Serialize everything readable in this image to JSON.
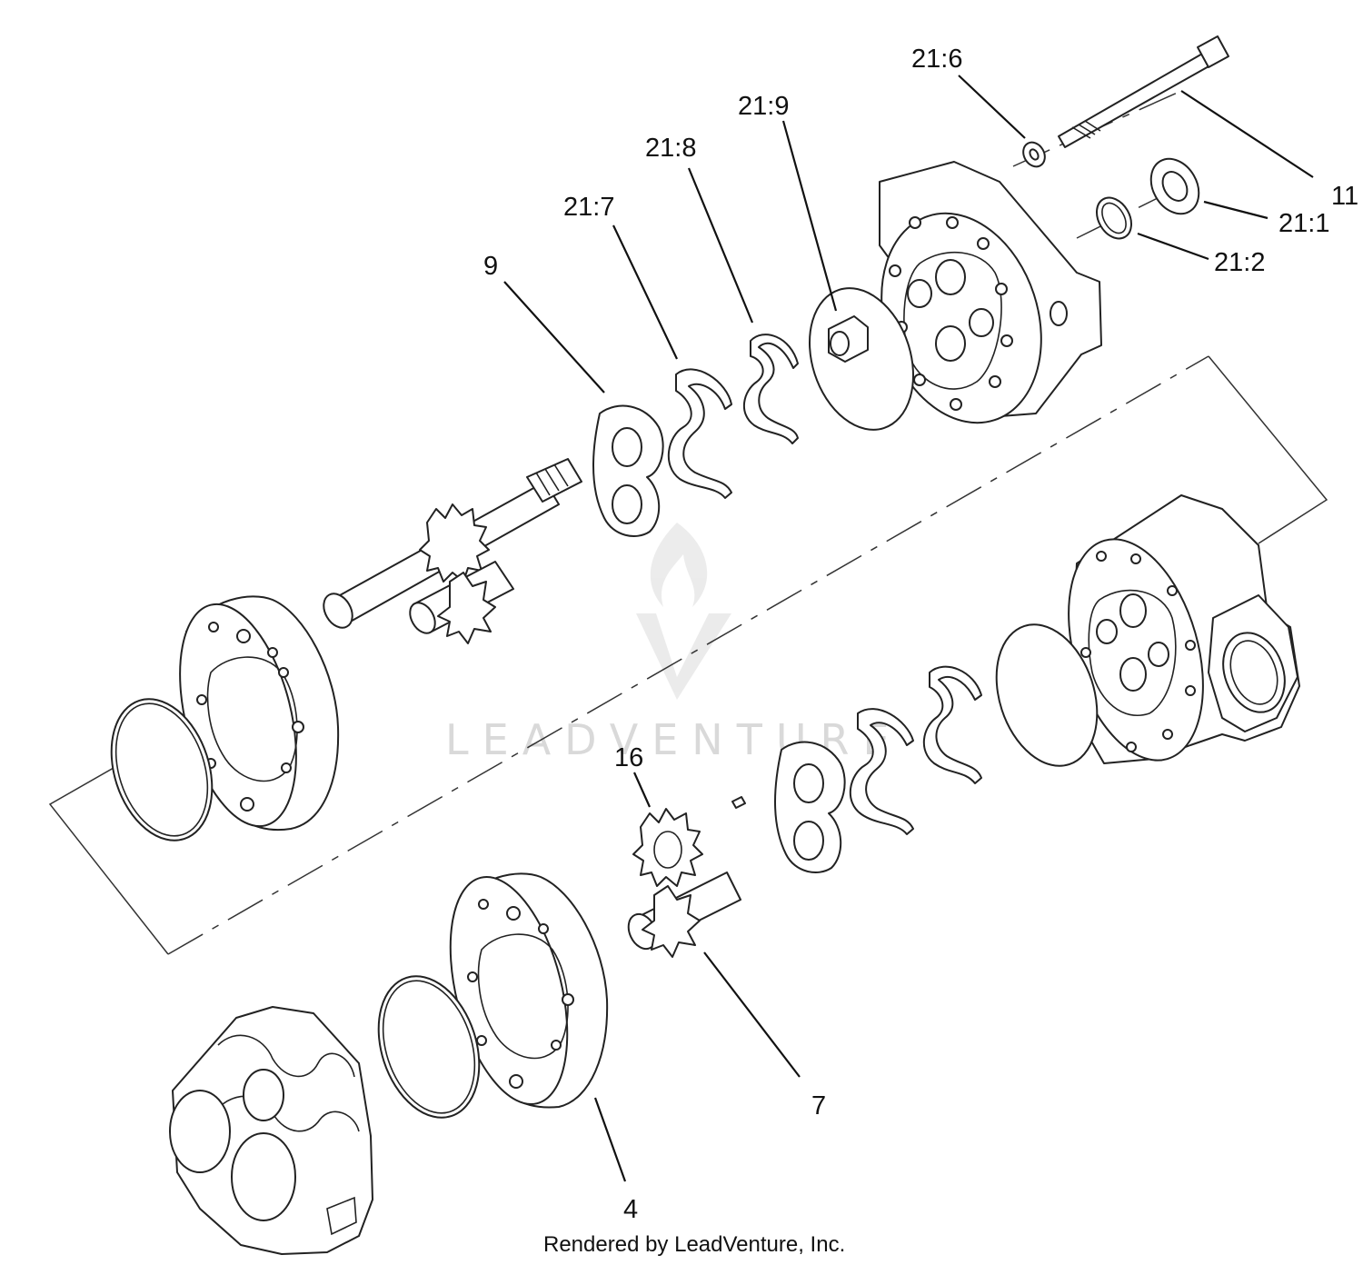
{
  "diagram": {
    "callouts": [
      {
        "id": "21-6",
        "text": "21:6"
      },
      {
        "id": "21-9",
        "text": "21:9"
      },
      {
        "id": "21-8",
        "text": "21:8"
      },
      {
        "id": "21-7",
        "text": "21:7"
      },
      {
        "id": "9",
        "text": "9"
      },
      {
        "id": "11",
        "text": "11"
      },
      {
        "id": "21-1",
        "text": "21:1"
      },
      {
        "id": "21-2",
        "text": "21:2"
      },
      {
        "id": "16",
        "text": "16"
      },
      {
        "id": "7",
        "text": "7"
      },
      {
        "id": "4",
        "text": "4"
      }
    ],
    "watermark": "LEADVENTURE",
    "footer": "Rendered by LeadVenture, Inc."
  }
}
